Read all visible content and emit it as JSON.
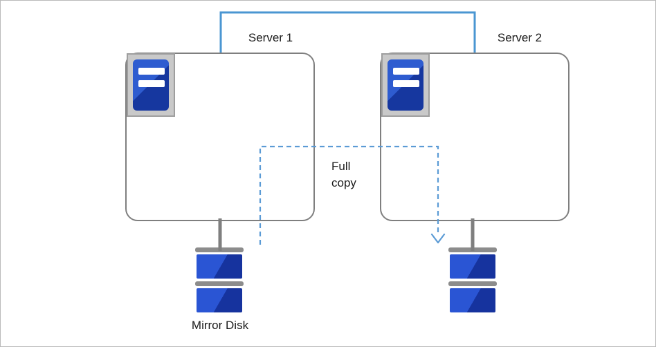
{
  "servers": [
    {
      "label": "Server 1"
    },
    {
      "label": "Server 2"
    }
  ],
  "labels": {
    "full_copy": "Full copy",
    "mirror_disk": "Mirror Disk"
  },
  "icons": {
    "server_icon": "server-icon",
    "disk_icon": "mirror-disk-icon",
    "arrow": "full-copy-arrow"
  },
  "colors": {
    "connector_blue": "#4A96D2",
    "dashed_blue": "#5B9BD5",
    "box_border": "#7F7F7F",
    "stem_gray": "#7F7F7F",
    "disk_bar_gray": "#8C8C8C",
    "disk_blue_light": "#2A55D4",
    "disk_blue_dark": "#16339E",
    "icon_frame_gray": "#C9C9C9",
    "icon_blue_light": "#2E5CD0",
    "icon_blue_dark": "#16379F",
    "stripe_white": "#FFFFFF"
  }
}
